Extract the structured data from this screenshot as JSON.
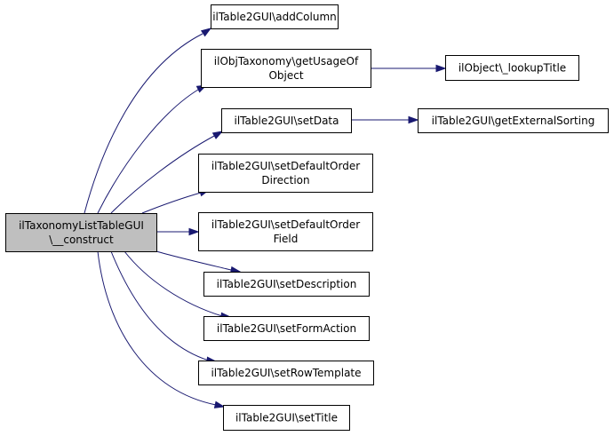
{
  "colors": {
    "edge": "#191970",
    "node_border": "#000000",
    "root_fill": "#bfbfbf",
    "node_fill": "#ffffff"
  },
  "root": {
    "id": "root",
    "lines": [
      "ilTaxonomyListTableGUI",
      "\\__construct"
    ]
  },
  "nodes": [
    {
      "id": "addColumn",
      "lines": [
        "ilTable2GUI\\addColumn"
      ]
    },
    {
      "id": "getUsageOfObject",
      "lines": [
        "ilObjTaxonomy\\getUsageOf",
        "Object"
      ]
    },
    {
      "id": "lookupTitle",
      "lines": [
        "ilObject\\_lookupTitle"
      ]
    },
    {
      "id": "setData",
      "lines": [
        "ilTable2GUI\\setData"
      ]
    },
    {
      "id": "getExternalSorting",
      "lines": [
        "ilTable2GUI\\getExternalSorting"
      ]
    },
    {
      "id": "setDefaultOrderDirection",
      "lines": [
        "ilTable2GUI\\setDefaultOrder",
        "Direction"
      ]
    },
    {
      "id": "setDefaultOrderField",
      "lines": [
        "ilTable2GUI\\setDefaultOrder",
        "Field"
      ]
    },
    {
      "id": "setDescription",
      "lines": [
        "ilTable2GUI\\setDescription"
      ]
    },
    {
      "id": "setFormAction",
      "lines": [
        "ilTable2GUI\\setFormAction"
      ]
    },
    {
      "id": "setRowTemplate",
      "lines": [
        "ilTable2GUI\\setRowTemplate"
      ]
    },
    {
      "id": "setTitle",
      "lines": [
        "ilTable2GUI\\setTitle"
      ]
    }
  ],
  "edges": [
    {
      "from": "root",
      "to": "addColumn"
    },
    {
      "from": "root",
      "to": "getUsageOfObject"
    },
    {
      "from": "getUsageOfObject",
      "to": "lookupTitle"
    },
    {
      "from": "root",
      "to": "setData"
    },
    {
      "from": "setData",
      "to": "getExternalSorting"
    },
    {
      "from": "root",
      "to": "setDefaultOrderDirection"
    },
    {
      "from": "root",
      "to": "setDefaultOrderField"
    },
    {
      "from": "root",
      "to": "setDescription"
    },
    {
      "from": "root",
      "to": "setFormAction"
    },
    {
      "from": "root",
      "to": "setRowTemplate"
    },
    {
      "from": "root",
      "to": "setTitle"
    }
  ]
}
